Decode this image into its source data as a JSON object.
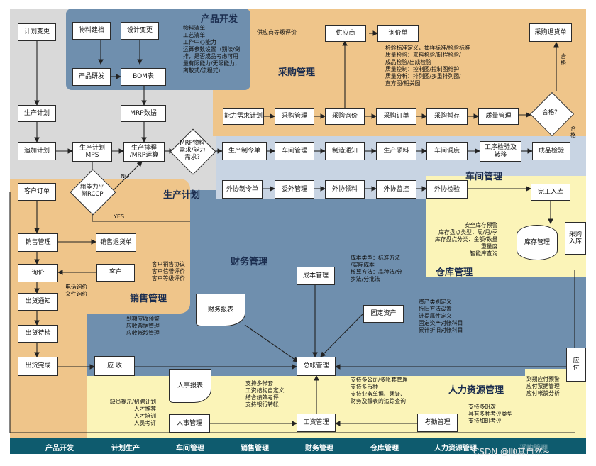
{
  "regions": {
    "product_dev": "产品开发",
    "purchasing": "采购管理",
    "production_plan": "生产计划",
    "workshop": "车间管理",
    "warehouse": "仓库管理",
    "finance": "财务管理",
    "sales": "销售管理",
    "hr": "人力资源管理"
  },
  "boxes": {
    "plan_change": "计划变更",
    "production_plan": "生产计划",
    "append_plan": "追加计划",
    "material_build": "物料建档",
    "design_change": "设计变更",
    "product_rd": "产品研发",
    "bom": "BOM表",
    "mrp_data": "MRP数据",
    "mps": "生产计划\nMPS",
    "schedule": "生产排程\n/MRP运算",
    "supplier": "供应商",
    "inquiry_doc": "询价单",
    "purchase_return": "采购退货单",
    "capacity_plan": "能力需求计划",
    "purchase_mgmt": "采购管理",
    "purchase_inquiry": "采购询价",
    "purchase_order": "采购订单",
    "purchase_stage": "采购暂存",
    "quality_mgmt": "质量管理",
    "prod_order": "生产制令单",
    "workshop_mgmt": "车间管理",
    "mfg_notice": "制造通知",
    "prod_pick": "生产领料",
    "workshop_dispatch": "车间调度",
    "process_inspect": "工序检验及\n转移",
    "product_inspect": "成品检验",
    "outsource_order": "外协制令单",
    "outsource_mgmt": "委外管理",
    "outsource_pick": "外协领料",
    "outsource_monitor": "外协监控",
    "outsource_inspect": "外协检验",
    "finish_stock": "完工入库",
    "purchase_in": "采购\n入库",
    "inventory_mgmt": "库存管理",
    "customer_order": "客户订单",
    "sales_mgmt": "销售管理",
    "sales_return": "销售退货单",
    "quote": "询价",
    "customer": "客户",
    "ship_notice": "出货通知",
    "ship_wait": "出货待检",
    "ship_done": "出货完成",
    "receivable": "应 收",
    "cost_mgmt": "成本管理",
    "fixed_assets": "固定资产",
    "finance_report": "财务报表",
    "ledger": "总帐管理",
    "hr_report": "人事报表",
    "personnel": "人事管理",
    "payroll": "工资管理",
    "attendance": "考勤管理",
    "payable": "应\n付"
  },
  "diamonds": {
    "rccp": "粗能力平\n衡RCCP",
    "mrp_check": "MRP物料\n需求/能力\n需求?",
    "qualified": "合格？"
  },
  "notes": {
    "bom_notes": "物料清单\n工艺清单\n工作中心能力\n运算参数设置（期法/倒\n排，是否成品考虑可用\n量有限能力/无限能力，\n离散式/流程式）",
    "supplier_eval": "供应商等级评价",
    "quality_notes": "检验标准定义，抽样标准/检验标准\n质量检验：来料检验/制程检验/\n成品检验/出成检验\n质量控制：控制图/控制图维护\n质量分析：排列图/多重排列图/\n直方图/相关图",
    "warehouse_notes": "安全库存预警\n库存盘点类型：周/月/季\n库存盘点分类：金额/数量\n重量度\n智能库查询",
    "cost_notes": "成本类型：标准方法\n/实际成本\n核算方法：品种法/分\n步法/分批法",
    "asset_notes": "资产类别定义\n折旧方法设置\n计提属性定义\n固定资产对帐科目\n累计折旧对帐科目",
    "receivable_notes": "到期应收预警\n应收票据管理\n应收帐龄管理",
    "customer_notes": "客户销售协议\n客户信誉评价\n客户等级评价",
    "phone_notes": "电话询价\n文件询价",
    "ledger_notes": "支持多公司/多帐套管理\n支持多币种\n支持业务单据、凭证、\n财务及报表的追踪查询",
    "payroll_notes": "支持多帐套\n工资结构自定义\n结合绩效考评\n支持银行转帐",
    "recruit_notes": "缺员提示/招聘计划\n人才推荐\n人才培训\n人员考评",
    "attendance_notes": "支持多班次\n具有多种考评类型\n支持加班考评",
    "payable_notes": "到期应付预警\n应付票据管理\n应付帐龄分析"
  },
  "labels": {
    "no": "NO",
    "yes": "YES",
    "qualified1": "合\n格",
    "qualified2": "合\n格"
  },
  "bottom_bar": [
    "产品开发",
    "计划生产",
    "车间管理",
    "销售管理",
    "财务管理",
    "仓库管理",
    "人力资源管理",
    "采购管理"
  ],
  "watermark": "CSDN @顺其自然~",
  "colors": {
    "product_dev_bg": "#6f8fae",
    "purchasing_bg": "#efc58a",
    "finance_bg": "#6f8fae",
    "gray_bg": "#d9d9d9",
    "yellow_bg": "#fbf4b8",
    "bar_bg": "#0e5b6e"
  }
}
